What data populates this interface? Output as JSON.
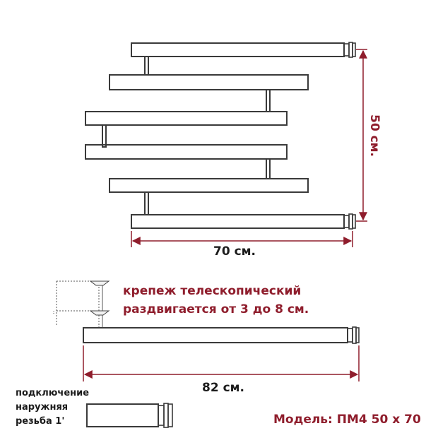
{
  "colors": {
    "accent": "#8f1d2c",
    "frame": "#3a3a3a",
    "text_dark": "#1c1c1c"
  },
  "dimensions": {
    "height": "50 см.",
    "width": "70 см.",
    "total_width": "82 см."
  },
  "mount": {
    "line1": "крепеж телескопический",
    "line2": "раздвигается от 3 до 8 см."
  },
  "connection": {
    "line1": "подключение",
    "line2": "наружняя",
    "line3": "резьба 1'"
  },
  "model": {
    "label": "Модель: ПМ4 50 х 70"
  }
}
